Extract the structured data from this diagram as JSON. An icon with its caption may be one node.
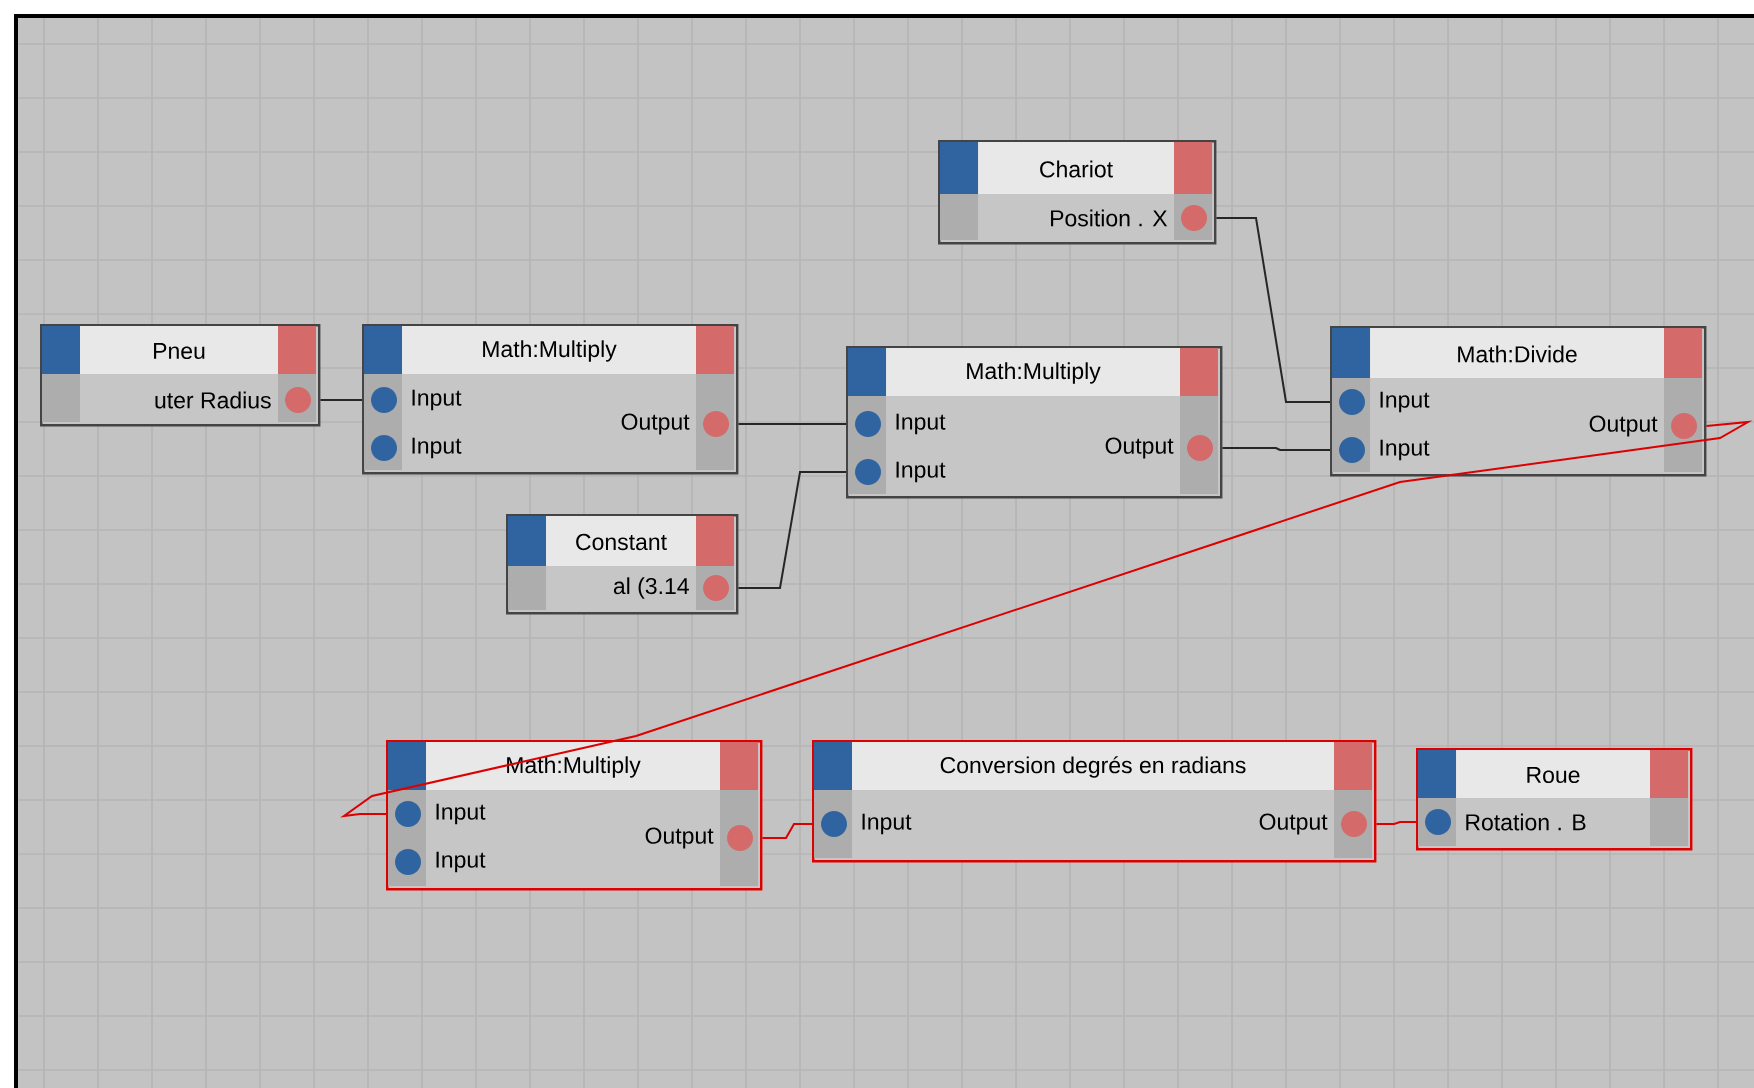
{
  "diagram": {
    "nodes": [
      {
        "text": [
          "Pneu",
          "uter Radius"
        ]
      },
      {
        "text": [
          "Math:Multiply",
          "Input",
          "Input",
          "Output"
        ]
      },
      {
        "text": [
          "Constant",
          "al (3.14"
        ]
      },
      {
        "text": [
          "Chariot",
          "Position . X"
        ]
      },
      {
        "text": [
          "Math:Multiply",
          "Input",
          "Input",
          "Output"
        ]
      },
      {
        "text": [
          "Math:Divide",
          "Input",
          "Input",
          "Output"
        ]
      },
      {
        "text": [
          "Math:Multiply",
          "Input",
          "Input",
          "Output"
        ]
      },
      {
        "text": [
          "Conversion degrés en radians",
          "Input",
          "Output"
        ]
      },
      {
        "text": [
          "Roue",
          "Rotation . B"
        ]
      }
    ],
    "edges": [
      {
        "from": 0,
        "to": 1,
        "arrow": "none"
      },
      {
        "from": 1,
        "to": 4,
        "arrow": "none"
      },
      {
        "from": 2,
        "to": 4,
        "arrow": "none"
      },
      {
        "from": 3,
        "to": 5,
        "arrow": "none"
      },
      {
        "from": 4,
        "to": 5,
        "arrow": "none"
      },
      {
        "from": 5,
        "to": 6,
        "arrow": "none",
        "color": "#dd0000"
      },
      {
        "from": 6,
        "to": 7,
        "arrow": "none",
        "color": "#dd0000"
      },
      {
        "from": 7,
        "to": 8,
        "arrow": "none",
        "color": "#dd0000"
      }
    ]
  }
}
